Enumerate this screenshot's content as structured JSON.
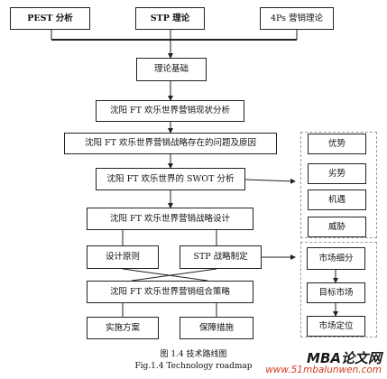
{
  "diagram": {
    "nodes": {
      "pest": "PEST 分析",
      "stp_theory": "STP 理论",
      "fourps": "4Ps 营销理论",
      "theory_base": "理论基础",
      "current_analysis": "沈阳 FT 欢乐世界营销现状分析",
      "problems": "沈阳 FT 欢乐世界营销战略存在的问题及原因",
      "swot": "沈阳 FT 欢乐世界的 SWOT 分析",
      "strategy_design": "沈阳 FT 欢乐世界营销战略设计",
      "design_principle": "设计原则",
      "stp_strategy": "STP 战略制定",
      "combo_strategy": "沈阳 FT 欢乐世界营销组合策略",
      "plan": "实施方案",
      "safeguard": "保障措施",
      "strengths": "优势",
      "weaknesses": "劣势",
      "opportunities": "机遇",
      "threats": "威胁",
      "segmentation": "市场细分",
      "targeting": "目标市场",
      "positioning": "市场定位"
    },
    "caption_cn": "图 1.4 技术路线图",
    "caption_en": "Fig.1.4 Technology roadmap"
  },
  "watermark": {
    "line1": "MBA论文网",
    "line2": "www.51mbalunwen.com"
  }
}
